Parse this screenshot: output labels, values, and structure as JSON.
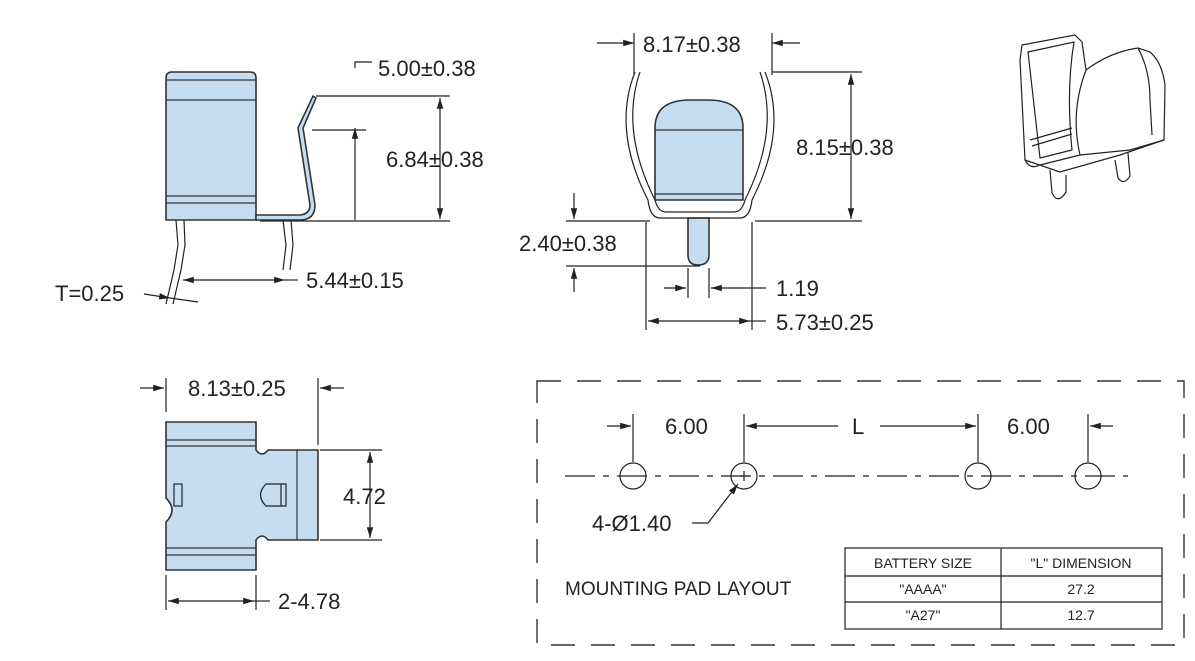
{
  "side_view": {
    "dim_top": "5.00±0.38",
    "dim_height": "6.84±0.38",
    "dim_pins": "5.44±0.15",
    "dim_thickness": "T=0.25"
  },
  "front_view": {
    "dim_width": "8.17±0.38",
    "dim_height": "8.15±0.38",
    "dim_pin_len": "2.40±0.38",
    "dim_pin_dia": "1.19",
    "dim_base": "5.73±0.25"
  },
  "bottom_view": {
    "dim_width": "8.13±0.25",
    "dim_height": "4.72",
    "dim_pins": "2-4.78"
  },
  "pad_layout": {
    "dim_left": "6.00",
    "dim_mid": "L",
    "dim_right": "6.00",
    "hole_callout": "4-Ø1.40",
    "title": "MOUNTING PAD LAYOUT",
    "table": {
      "headers": [
        "BATTERY SIZE",
        "\"L\" DIMENSION"
      ],
      "rows": [
        [
          "\"AAAA\"",
          "27.2"
        ],
        [
          "\"A27\"",
          "12.7"
        ]
      ]
    }
  },
  "colors": {
    "part_fill": "#c6ddf0",
    "line": "#222222"
  }
}
